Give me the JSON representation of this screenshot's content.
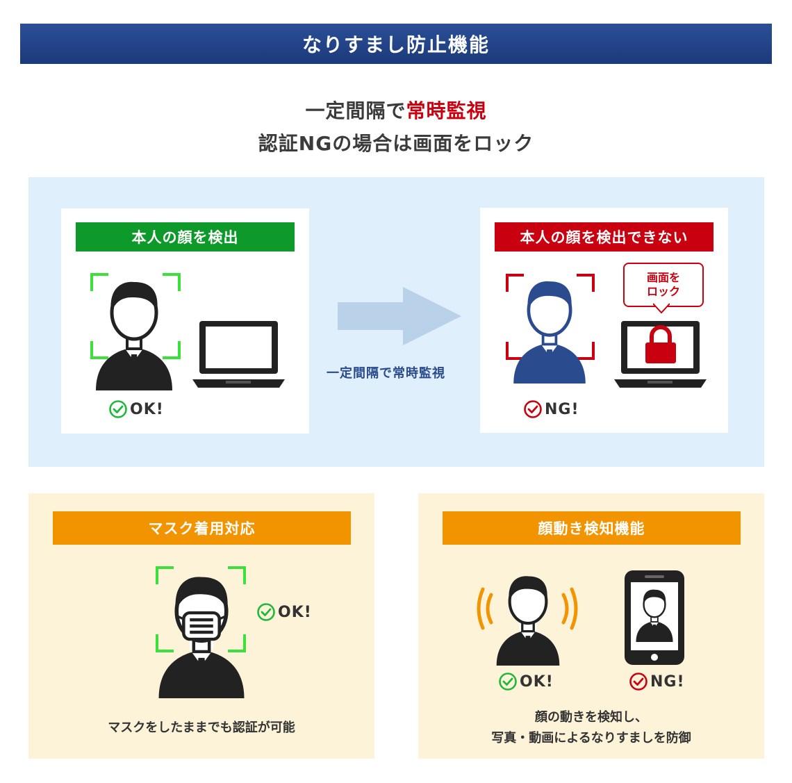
{
  "title": "なりすまし防止機能",
  "headline": {
    "line1_prefix": "一定間隔で",
    "line1_highlight": "常時監視",
    "line2": "認証NGの場合は画面をロック"
  },
  "colors": {
    "navy": "#1c3a7b",
    "red": "#c8000f",
    "green": "#0e9a2b",
    "orange": "#f29400",
    "lime": "#3be03b",
    "blue_person": "#2b4b8f"
  },
  "left_card": {
    "label": "本人の顔を検出",
    "status": "OK!"
  },
  "arrow_label": "一定間隔で常時監視",
  "right_card": {
    "label": "本人の顔を検出できない",
    "bubble_line1": "画面を",
    "bubble_line2": "ロック",
    "status": "NG!"
  },
  "mask_panel": {
    "label": "マスク着用対応",
    "status": "OK!",
    "caption": "マスクをしたままでも認証が可能"
  },
  "motion_panel": {
    "label": "顔動き検知機能",
    "status_ok": "OK!",
    "status_ng": "NG!",
    "caption_line1": "顔の動きを検知し、",
    "caption_line2": "写真・動画によるなりすましを防御"
  },
  "icons": [
    "person-icon",
    "laptop-icon",
    "arrow-right-icon",
    "check-circle-icon",
    "x-circle-icon",
    "lock-icon",
    "smartphone-icon",
    "face-frame-icon",
    "motion-waves-icon"
  ]
}
